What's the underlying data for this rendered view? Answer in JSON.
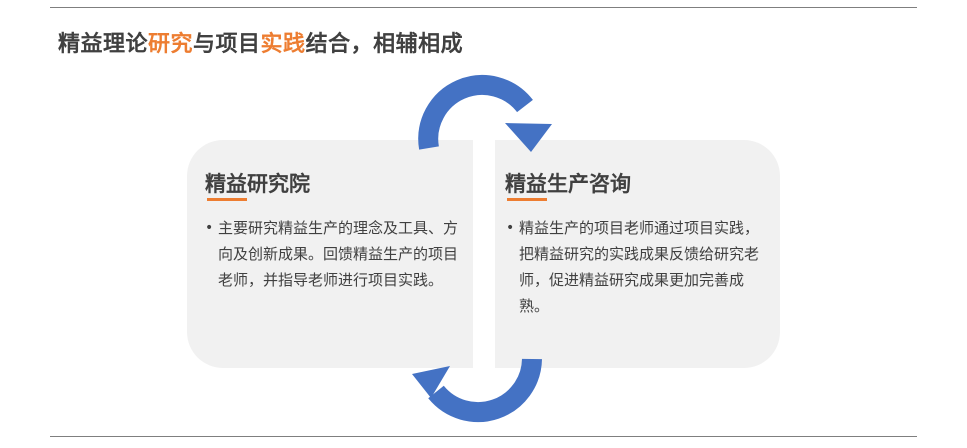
{
  "title": {
    "part1": "精益理论",
    "part2": "研究",
    "part3": "与项目",
    "part4": "实践",
    "part5": "结合，相辅相成"
  },
  "colors": {
    "accent_orange": "#ed7d31",
    "arrow_blue": "#4472c4",
    "card_gray": "#f1f1f1",
    "text_dark": "#404040"
  },
  "cards": [
    {
      "heading": "精益研究院",
      "bullet": "•",
      "text": "主要研究精益生产的理念及工具、方向及创新成果。回馈精益生产的项目老师，并指导老师进行项目实践。"
    },
    {
      "heading": "精益生产咨询",
      "bullet": "•",
      "text": "精益生产的项目老师通过项目实践，把精益研究的实践成果反馈给研究老师，促进精益研究成果更加完善成熟。"
    }
  ],
  "icons": {
    "top_arrow": "curved-arrow-clockwise-icon",
    "bottom_arrow": "curved-arrow-clockwise-icon"
  }
}
